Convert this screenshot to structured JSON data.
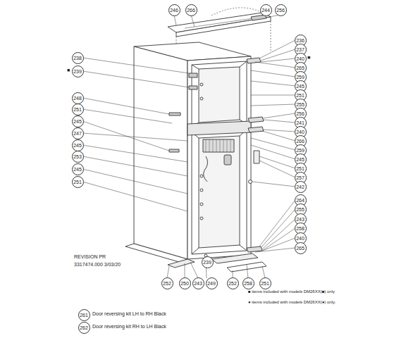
{
  "diagram": {
    "nodes": [
      {
        "text": [
          "246"
        ]
      },
      {
        "text": [
          "266"
        ]
      },
      {
        "text": [
          "244"
        ]
      },
      {
        "text": [
          "256"
        ]
      },
      {
        "text": [
          "238"
        ]
      },
      {
        "text": [
          "239"
        ]
      },
      {
        "text": [
          "248"
        ]
      },
      {
        "text": [
          "251"
        ]
      },
      {
        "text": [
          "245"
        ]
      },
      {
        "text": [
          "247"
        ]
      },
      {
        "text": [
          "245"
        ]
      },
      {
        "text": [
          "253"
        ]
      },
      {
        "text": [
          "245"
        ]
      },
      {
        "text": [
          "251"
        ]
      },
      {
        "text": [
          "236"
        ]
      },
      {
        "text": [
          "237"
        ]
      },
      {
        "text": [
          "240"
        ]
      },
      {
        "text": [
          "265"
        ]
      },
      {
        "text": [
          "259"
        ]
      },
      {
        "text": [
          "245"
        ]
      },
      {
        "text": [
          "251"
        ]
      },
      {
        "text": [
          "255"
        ]
      },
      {
        "text": [
          "256"
        ]
      },
      {
        "text": [
          "241"
        ]
      },
      {
        "text": [
          "240"
        ]
      },
      {
        "text": [
          "266"
        ]
      },
      {
        "text": [
          "259"
        ]
      },
      {
        "text": [
          "245"
        ]
      },
      {
        "text": [
          "251"
        ]
      },
      {
        "text": [
          "257"
        ]
      },
      {
        "text": [
          "242"
        ]
      },
      {
        "text": [
          "264"
        ]
      },
      {
        "text": [
          "255"
        ]
      },
      {
        "text": [
          "243"
        ]
      },
      {
        "text": [
          "258"
        ]
      },
      {
        "text": [
          "240"
        ]
      },
      {
        "text": [
          "265"
        ]
      },
      {
        "text": [
          "252"
        ]
      },
      {
        "text": [
          "250"
        ]
      },
      {
        "text": [
          "243"
        ]
      },
      {
        "text": [
          "249"
        ]
      },
      {
        "text": [
          "239"
        ]
      },
      {
        "text": [
          "252"
        ]
      },
      {
        "text": [
          "258"
        ]
      },
      {
        "text": [
          "251"
        ]
      },
      {
        "text": [
          "261"
        ]
      },
      {
        "text": [
          "262"
        ]
      }
    ],
    "labels": [
      "REVISION PR",
      "3317474.000  3/03/20",
      "■",
      "■",
      "■ items included with models DM26XX(■) only",
      "● items included with models DM26XX(●) only.",
      "Door reversing kit LH to RH Black",
      "Door reversing kit RH to LH Black"
    ]
  }
}
